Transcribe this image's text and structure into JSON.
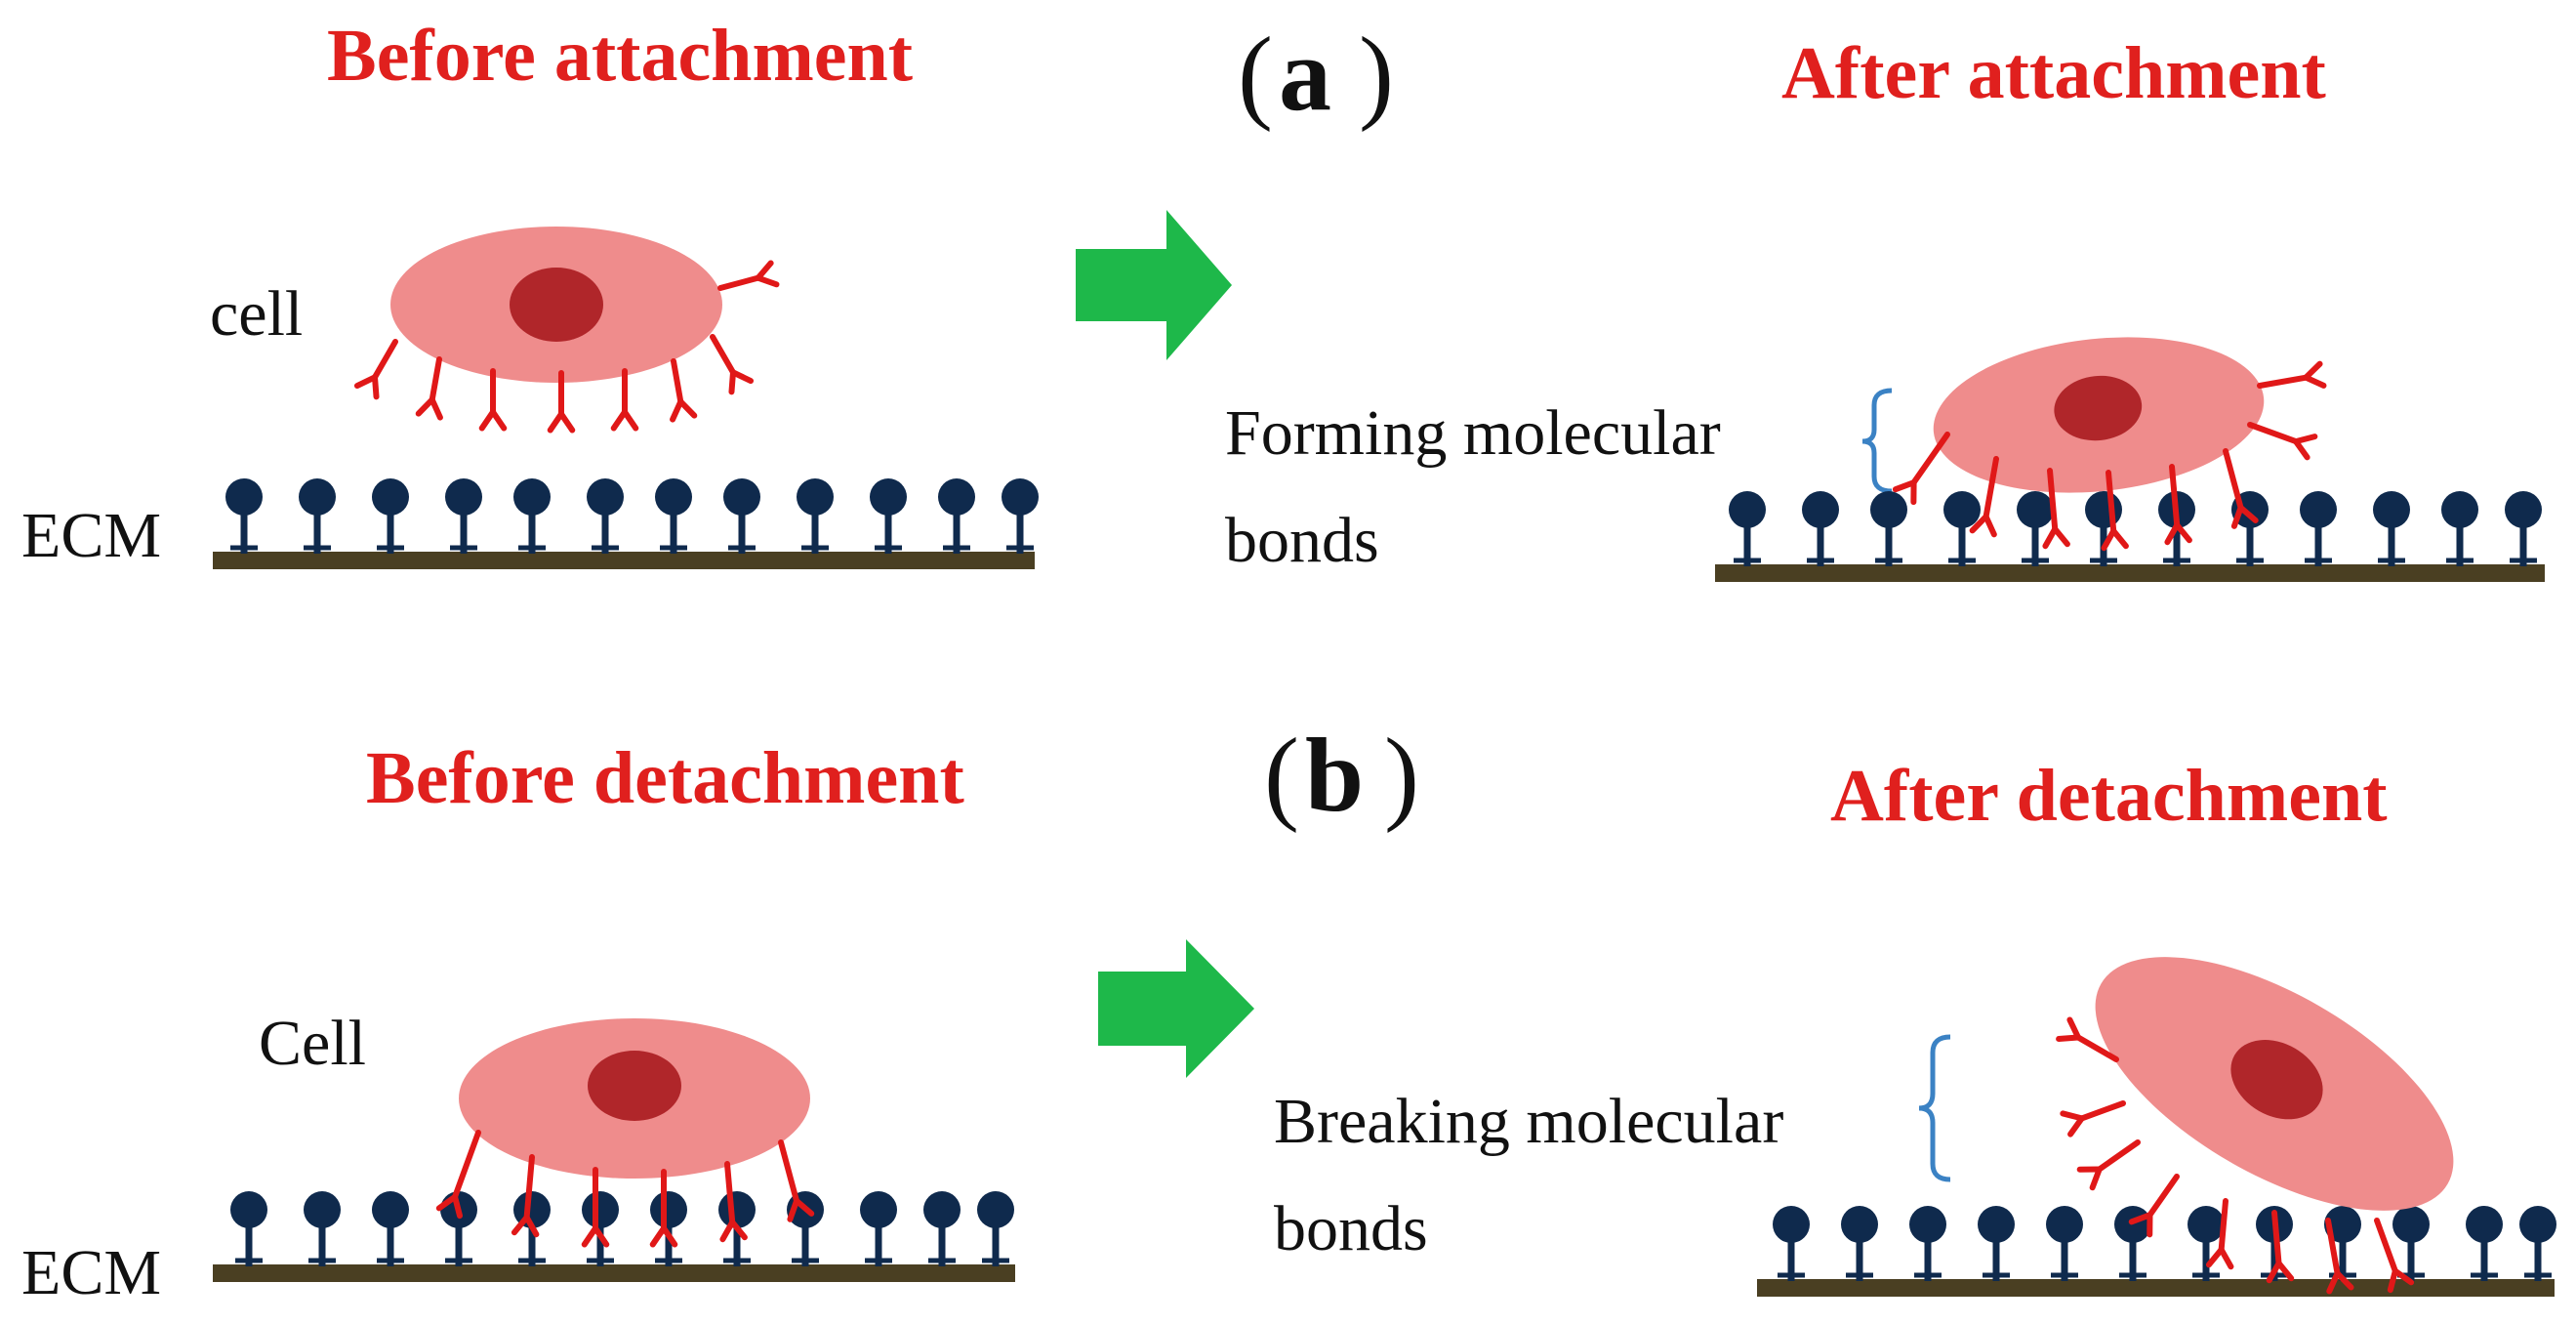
{
  "panel_a": {
    "panel_label": "a",
    "before_title": "Before attachment",
    "after_title": "After attachment",
    "cell_label": "cell",
    "ecm_label": "ECM",
    "bond_label_line1": "Forming molecular",
    "bond_label_line2": "bonds"
  },
  "panel_b": {
    "panel_label": "b",
    "before_title": "Before detachment",
    "after_title": "After detachment",
    "cell_label": "Cell",
    "ecm_label": "ECM",
    "bond_label_line1": "Breaking molecular",
    "bond_label_line2": "bonds"
  },
  "colors": {
    "title_red": "#e0201e",
    "cell_fill": "#ef8c8c",
    "nucleus": "#b0262a",
    "receptor": "#e01818",
    "ecm_ligand": "#0f2a4d",
    "ecm_base": "#4a3f22",
    "arrow_green": "#1eb84a",
    "bracket_blue": "#3b82c4"
  }
}
